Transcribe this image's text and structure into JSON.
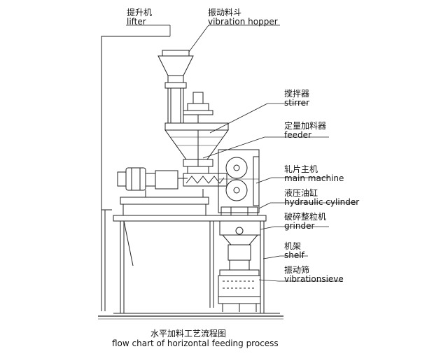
{
  "labels": {
    "lifter": {
      "zh": "提升机",
      "en": "lifter"
    },
    "hopper": {
      "zh": "振动料斗",
      "en": "vibration hopper"
    },
    "stirrer": {
      "zh": "搅拌器",
      "en": "stirrer"
    },
    "feeder": {
      "zh": "定量加料器",
      "en": "feeder"
    },
    "main_machine": {
      "zh": "轧片主机",
      "en": "main machine"
    },
    "hydraulic": {
      "zh": "液压油缸",
      "en": "hydraulic cylinder"
    },
    "grinder": {
      "zh": "破碎整粒机",
      "en": "grinder"
    },
    "shelf": {
      "zh": "机架",
      "en": "shelf"
    },
    "sieve": {
      "zh": "振动筛",
      "en": "vibrationsieve"
    }
  },
  "caption": {
    "zh": "水平加料工艺流程图",
    "en": "flow chart of horizontal feeding process"
  }
}
